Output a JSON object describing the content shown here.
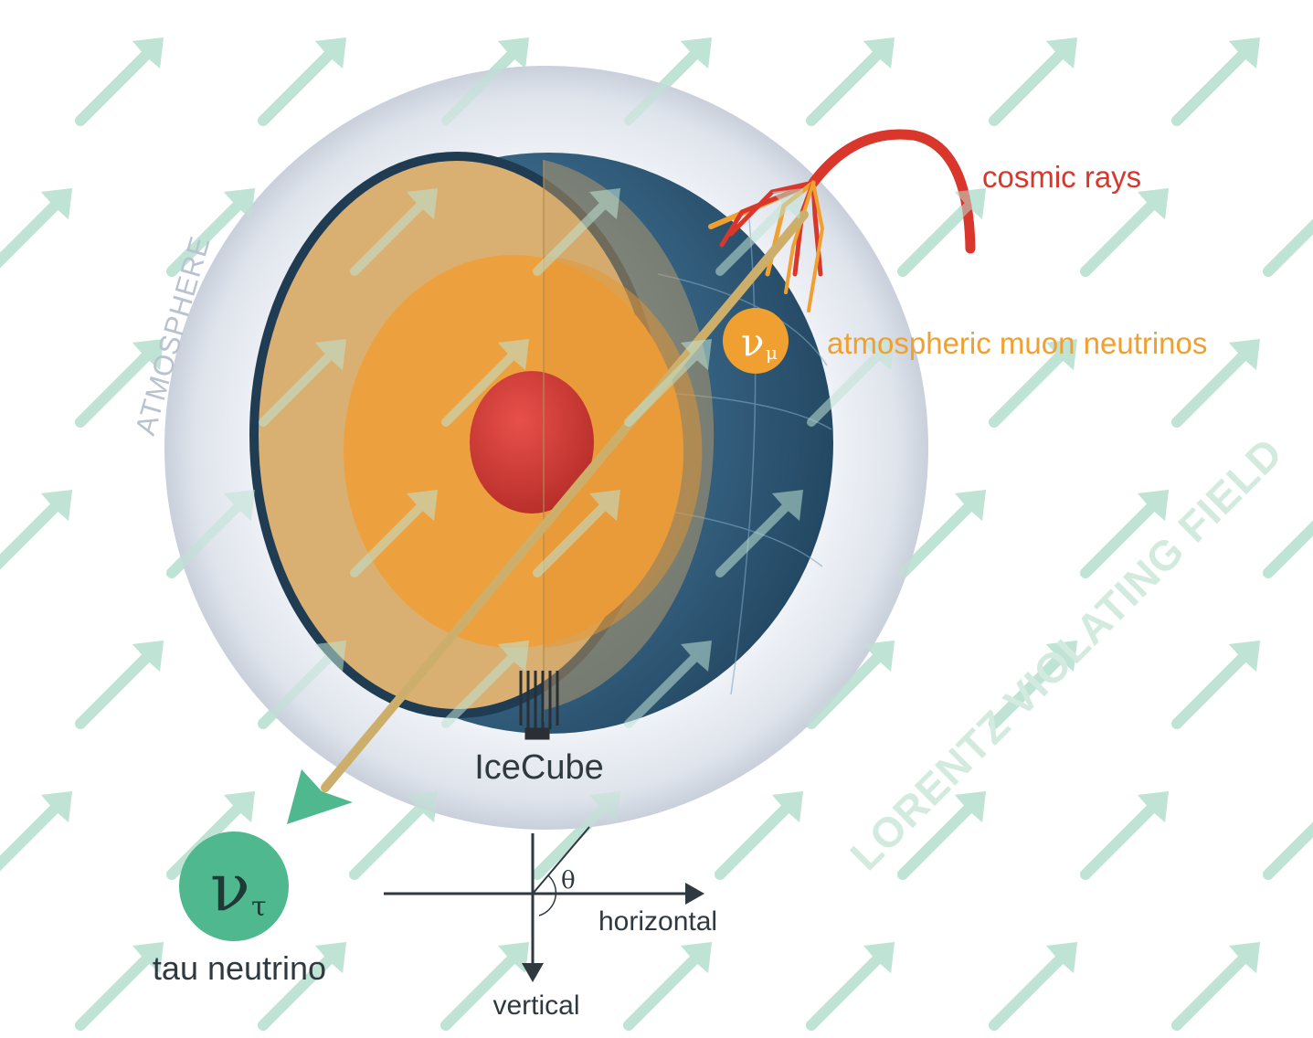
{
  "labels": {
    "cosmic_rays": "cosmic rays",
    "atmospheric_muon_neutrinos": "atmospheric muon neutrinos",
    "atmosphere": "ATMOSPHERE",
    "lorentz_field": "LORENTZ VIOLATING FIELD",
    "icecube": "IceCube",
    "tau_neutrino": "tau neutrino",
    "horizontal": "horizontal",
    "vertical": "vertical",
    "theta": "θ",
    "nu_mu_main": "ν",
    "nu_mu_sub": "μ",
    "nu_tau_main": "ν",
    "nu_tau_sub": "τ"
  },
  "colors": {
    "cosmic_ray_red": "#d9372b",
    "muon_neutrino_orange": "#f0a030",
    "tau_neutrino_green": "#4fb88e",
    "field_arrow_green": "#bfe3d4",
    "atmosphere_gray": "#b9c2cf",
    "text_dark": "#2f3a40",
    "core_red": "#d63c35",
    "mantle_orange": "#eda13e",
    "crust_tan": "#d9b072",
    "ocean_blue": "#2f5a7a"
  },
  "icons": {
    "icecube_detector": "detector-string-array-icon"
  }
}
